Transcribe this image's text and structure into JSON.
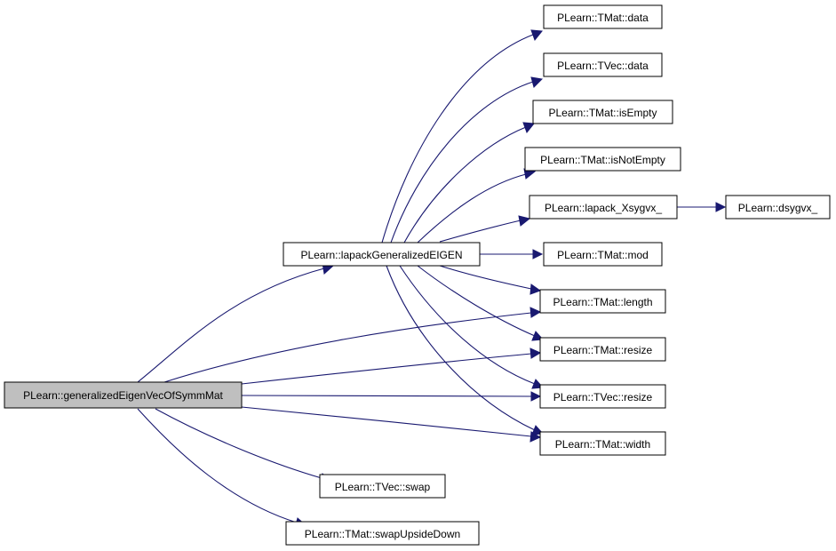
{
  "colors": {
    "edge": "#191970",
    "node_fill": "#ffffff",
    "root_fill": "#bfbfbf",
    "node_border": "#000000"
  },
  "nodes": {
    "root": "PLearn::generalizedEigenVecOfSymmMat",
    "lapack_gen": "PLearn::lapackGeneralizedEIGEN",
    "tmat_data": "PLearn::TMat::data",
    "tvec_data": "PLearn::TVec::data",
    "tmat_isempty": "PLearn::TMat::isEmpty",
    "tmat_isnotempty": "PLearn::TMat::isNotEmpty",
    "lapack_xsygvx": "PLearn::lapack_Xsygvx_",
    "dsygvx": "PLearn::dsygvx_",
    "tmat_mod": "PLearn::TMat::mod",
    "tmat_length": "PLearn::TMat::length",
    "tmat_resize": "PLearn::TMat::resize",
    "tvec_resize": "PLearn::TVec::resize",
    "tmat_width": "PLearn::TMat::width",
    "tvec_swap": "PLearn::TVec::swap",
    "tmat_swapupsidedown": "PLearn::TMat::swapUpsideDown"
  },
  "edges": [
    [
      "root",
      "lapack_gen"
    ],
    [
      "root",
      "tmat_length"
    ],
    [
      "root",
      "tmat_resize"
    ],
    [
      "root",
      "tvec_resize"
    ],
    [
      "root",
      "tmat_width"
    ],
    [
      "root",
      "tvec_swap"
    ],
    [
      "root",
      "tmat_swapupsidedown"
    ],
    [
      "lapack_gen",
      "tmat_data"
    ],
    [
      "lapack_gen",
      "tvec_data"
    ],
    [
      "lapack_gen",
      "tmat_isempty"
    ],
    [
      "lapack_gen",
      "tmat_isnotempty"
    ],
    [
      "lapack_gen",
      "lapack_xsygvx"
    ],
    [
      "lapack_gen",
      "tmat_mod"
    ],
    [
      "lapack_gen",
      "tmat_length"
    ],
    [
      "lapack_gen",
      "tmat_resize"
    ],
    [
      "lapack_gen",
      "tvec_resize"
    ],
    [
      "lapack_gen",
      "tmat_width"
    ],
    [
      "lapack_xsygvx",
      "dsygvx"
    ]
  ]
}
